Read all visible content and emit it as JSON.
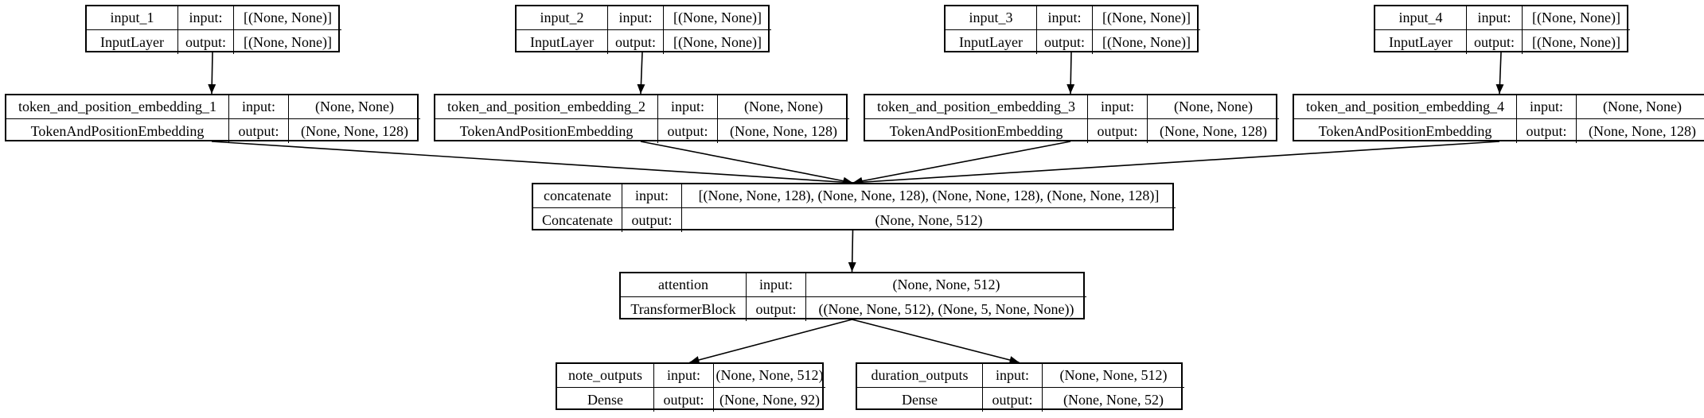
{
  "nodes": {
    "input_1": {
      "name": "input_1",
      "type": "InputLayer",
      "in_label": "input:",
      "out_label": "output:",
      "input": "[(None, None)]",
      "output": "[(None, None)]"
    },
    "input_2": {
      "name": "input_2",
      "type": "InputLayer",
      "in_label": "input:",
      "out_label": "output:",
      "input": "[(None, None)]",
      "output": "[(None, None)]"
    },
    "input_3": {
      "name": "input_3",
      "type": "InputLayer",
      "in_label": "input:",
      "out_label": "output:",
      "input": "[(None, None)]",
      "output": "[(None, None)]"
    },
    "input_4": {
      "name": "input_4",
      "type": "InputLayer",
      "in_label": "input:",
      "out_label": "output:",
      "input": "[(None, None)]",
      "output": "[(None, None)]"
    },
    "emb_1": {
      "name": "token_and_position_embedding_1",
      "type": "TokenAndPositionEmbedding",
      "in_label": "input:",
      "out_label": "output:",
      "input": "(None, None)",
      "output": "(None, None, 128)"
    },
    "emb_2": {
      "name": "token_and_position_embedding_2",
      "type": "TokenAndPositionEmbedding",
      "in_label": "input:",
      "out_label": "output:",
      "input": "(None, None)",
      "output": "(None, None, 128)"
    },
    "emb_3": {
      "name": "token_and_position_embedding_3",
      "type": "TokenAndPositionEmbedding",
      "in_label": "input:",
      "out_label": "output:",
      "input": "(None, None)",
      "output": "(None, None, 128)"
    },
    "emb_4": {
      "name": "token_and_position_embedding_4",
      "type": "TokenAndPositionEmbedding",
      "in_label": "input:",
      "out_label": "output:",
      "input": "(None, None)",
      "output": "(None, None, 128)"
    },
    "concatenate": {
      "name": "concatenate",
      "type": "Concatenate",
      "in_label": "input:",
      "out_label": "output:",
      "input": "[(None, None, 128), (None, None, 128), (None, None, 128), (None, None, 128)]",
      "output": "(None, None, 512)"
    },
    "attention": {
      "name": "attention",
      "type": "TransformerBlock",
      "in_label": "input:",
      "out_label": "output:",
      "input": "(None, None, 512)",
      "output": "((None, None, 512), (None, 5, None, None))"
    },
    "note_outputs": {
      "name": "note_outputs",
      "type": "Dense",
      "in_label": "input:",
      "out_label": "output:",
      "input": "(None, None, 512)",
      "output": "(None, None, 92)"
    },
    "duration_outputs": {
      "name": "duration_outputs",
      "type": "Dense",
      "in_label": "input:",
      "out_label": "output:",
      "input": "(None, None, 512)",
      "output": "(None, None, 52)"
    }
  },
  "edges": [
    [
      "input_1",
      "emb_1"
    ],
    [
      "input_2",
      "emb_2"
    ],
    [
      "input_3",
      "emb_3"
    ],
    [
      "input_4",
      "emb_4"
    ],
    [
      "emb_1",
      "concatenate"
    ],
    [
      "emb_2",
      "concatenate"
    ],
    [
      "emb_3",
      "concatenate"
    ],
    [
      "emb_4",
      "concatenate"
    ],
    [
      "concatenate",
      "attention"
    ],
    [
      "attention",
      "note_outputs"
    ],
    [
      "attention",
      "duration_outputs"
    ]
  ],
  "colors": {
    "stroke": "#000000",
    "background": "#ffffff"
  }
}
